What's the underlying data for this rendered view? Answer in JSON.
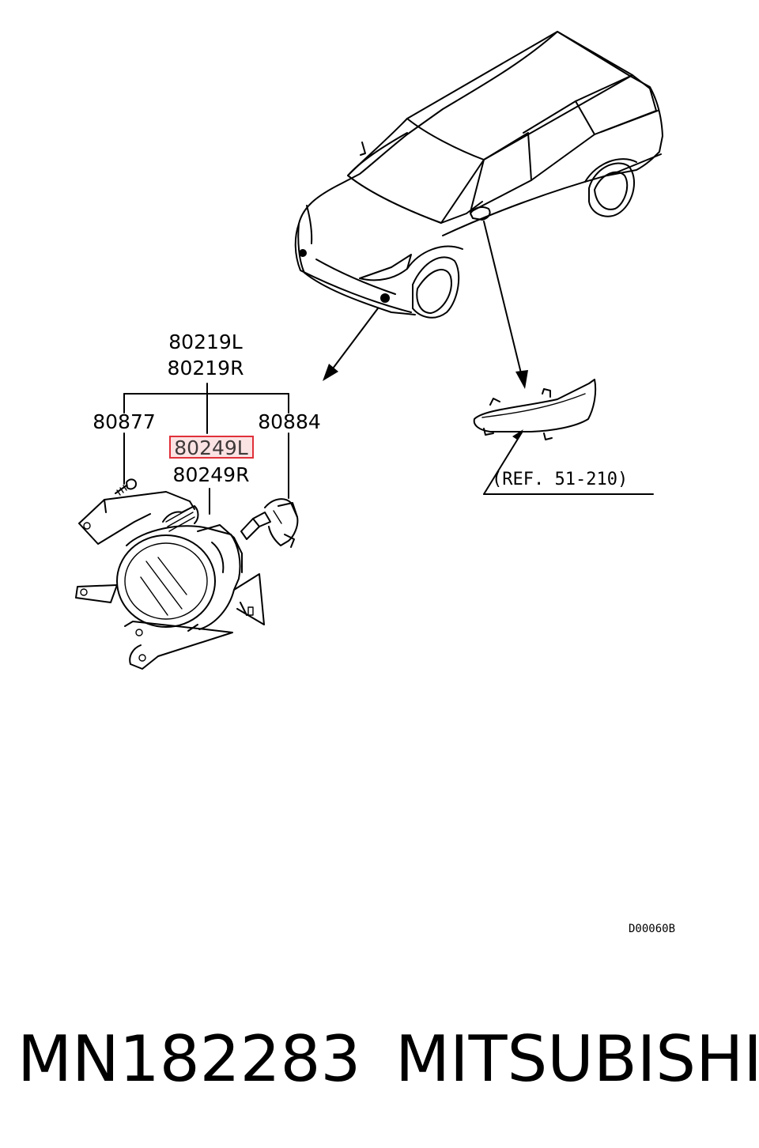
{
  "callouts": {
    "assembly_l": "80219L",
    "assembly_r": "80219R",
    "screw": "80877",
    "lamp_l": "80249L",
    "lamp_r": "80249R",
    "bulb": "80884",
    "reference": "(REF. 51-210)"
  },
  "drawing_code": "D00060B",
  "footer": {
    "part_number": "MN182283",
    "brand": "MITSUBISHI"
  },
  "colors": {
    "highlight_border": "#e0303a",
    "highlight_fill": "#fbe3e4",
    "ink": "#000000"
  }
}
